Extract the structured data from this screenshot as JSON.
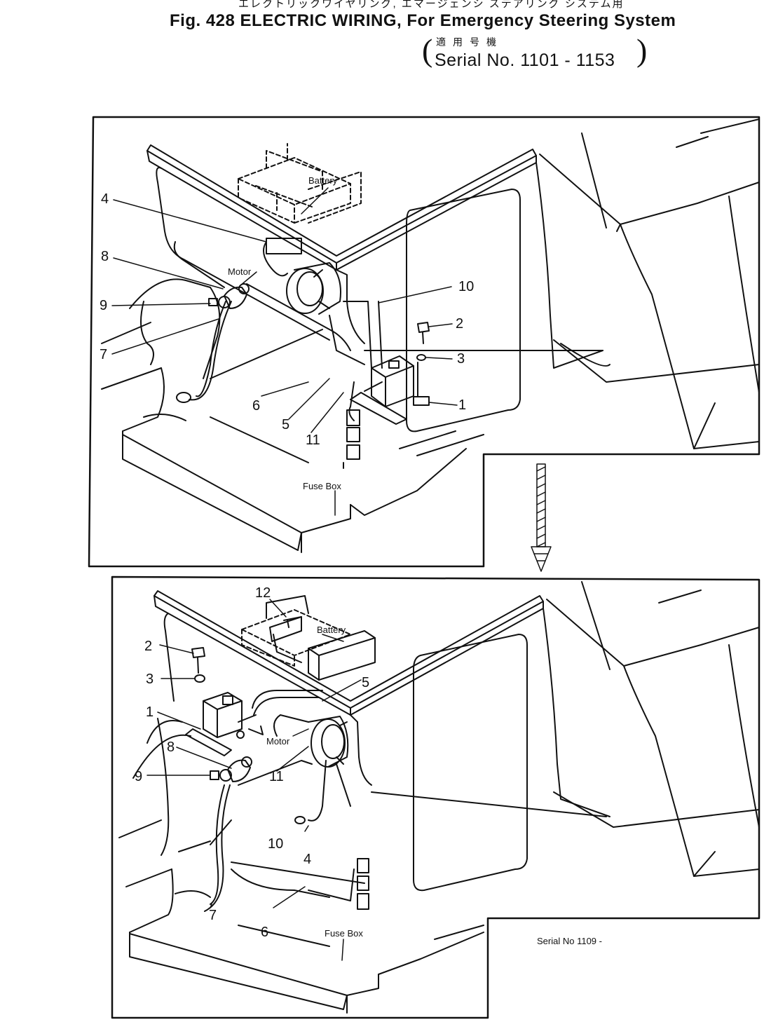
{
  "header": {
    "title_jp": "エレクトリックワイヤリング, エマージェンシ ステアリング システム用",
    "title_en": "Fig. 428   ELECTRIC WIRING, For Emergency Steering System",
    "serial_jp": "適用号機",
    "serial_range": "Serial No. 1101 - 1153"
  },
  "upper_view": {
    "labels": {
      "battery": "Battery",
      "motor": "Motor",
      "fuse_box": "Fuse Box"
    },
    "callouts": [
      "1",
      "2",
      "3",
      "4",
      "5",
      "6",
      "7",
      "8",
      "9",
      "10",
      "11"
    ]
  },
  "lower_view": {
    "labels": {
      "battery": "Battery",
      "motor": "Motor",
      "fuse_box": "Fuse Box",
      "serial_note": "Serial No 1109 -"
    },
    "callouts": [
      "1",
      "2",
      "3",
      "4",
      "5",
      "6",
      "7",
      "8",
      "9",
      "10",
      "11",
      "12"
    ]
  }
}
